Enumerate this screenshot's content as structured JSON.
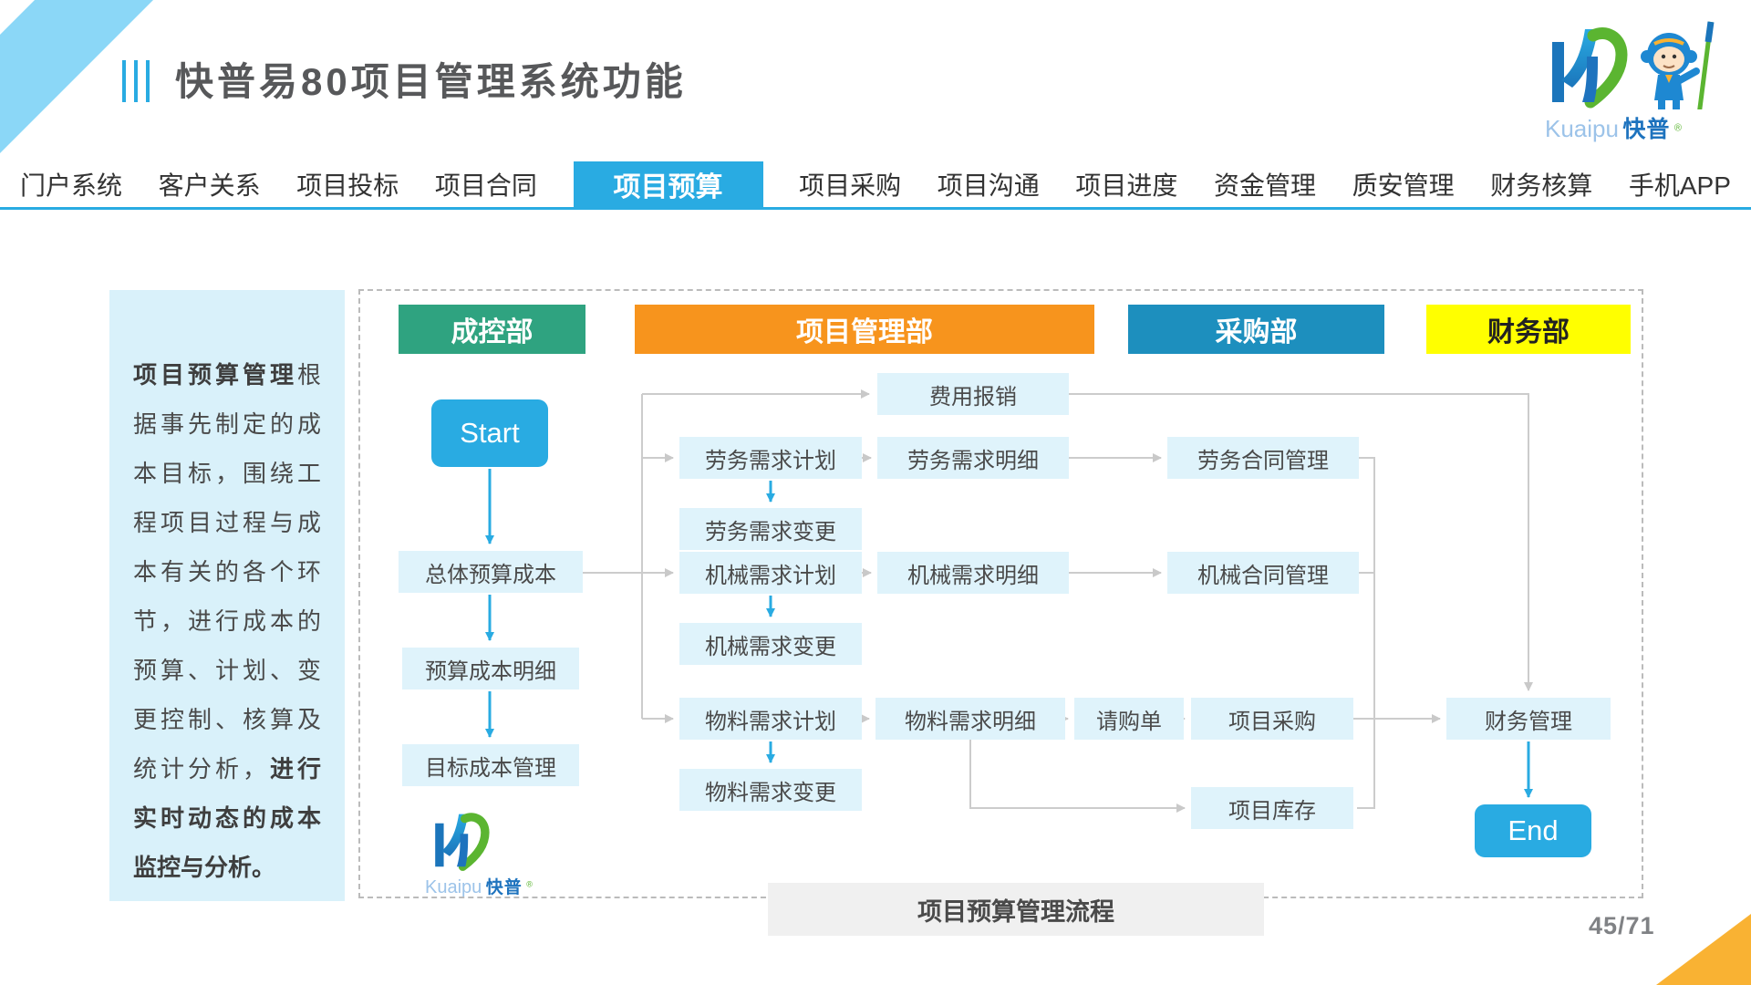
{
  "slide": {
    "title": "快普易80项目管理系统功能",
    "caption": "项目预算管理流程",
    "page_number": "45/71"
  },
  "logo": {
    "en": "Kuaipu",
    "cn": "快普",
    "reg": "®"
  },
  "nav": {
    "items": [
      {
        "label": "门户系统",
        "active": false
      },
      {
        "label": "客户关系",
        "active": false
      },
      {
        "label": "项目投标",
        "active": false
      },
      {
        "label": "项目合同",
        "active": false
      },
      {
        "label": "项目预算",
        "active": true
      },
      {
        "label": "项目采购",
        "active": false
      },
      {
        "label": "项目沟通",
        "active": false
      },
      {
        "label": "项目进度",
        "active": false
      },
      {
        "label": "资金管理",
        "active": false
      },
      {
        "label": "质安管理",
        "active": false
      },
      {
        "label": "财务核算",
        "active": false
      },
      {
        "label": "手机APP",
        "active": false
      }
    ]
  },
  "sidebar": {
    "lead_bold": "项目预算管理",
    "body": "根据事先制定的成本目标，围绕工程项目过程与成本有关的各个环节，进行成本的预算、计划、变更控制、核算及统计分析，",
    "tail_bold": "进行实时动态的成本监控与分析。"
  },
  "departments": [
    {
      "label": "成控部",
      "color": "#2FA380"
    },
    {
      "label": "项目管理部",
      "color": "#F7941D"
    },
    {
      "label": "采购部",
      "color": "#1D8FBE"
    },
    {
      "label": "财务部",
      "color": "#FFFF00"
    }
  ],
  "flow": {
    "nodes": {
      "start": "Start",
      "overall_budget": "总体预算成本",
      "budget_detail": "预算成本明细",
      "target_cost": "目标成本管理",
      "expense": "费用报销",
      "labor_plan": "劳务需求计划",
      "labor_detail": "劳务需求明细",
      "labor_change": "劳务需求变更",
      "labor_contract": "劳务合同管理",
      "machine_plan": "机械需求计划",
      "machine_detail": "机械需求明细",
      "machine_change": "机械需求变更",
      "machine_contract": "机械合同管理",
      "material_plan": "物料需求计划",
      "material_detail": "物料需求明细",
      "material_change": "物料需求变更",
      "purchase_request": "请购单",
      "project_purchase": "项目采购",
      "project_inventory": "项目库存",
      "finance": "财务管理",
      "end": "End"
    }
  },
  "colors": {
    "accent": "#29ABE2",
    "node_bg": "#DFF3FB",
    "sidebar_bg": "#D9F1FA",
    "dept_green": "#2FA380",
    "dept_orange": "#F7941D",
    "dept_teal": "#1D8FBE",
    "dept_yellow": "#FFFF00",
    "connector_gray": "#CCCCCC",
    "corner_stripe": "#8BD7F7",
    "corner_triangle": "#F9B233",
    "title_text": "#57585A"
  }
}
